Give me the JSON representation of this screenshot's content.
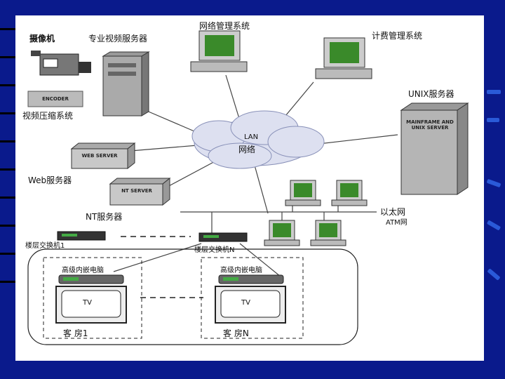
{
  "labels": {
    "camera": "摄像机",
    "video_server": "专业视频服务器",
    "network_mgmt": "网络管理系统",
    "billing": "计费管理系统",
    "unix_server": "UNIX服务器",
    "encoder": "ENCODER",
    "compression": "视频压缩系统",
    "lan_en": "LAN",
    "lan_cn": "网络",
    "web_server_box": "WEB SERVER",
    "web_server": "Web服务器",
    "nt_server_box": "NT SERVER",
    "nt_server": "NT服务器",
    "mainframe": "MAINFRAME AND UNIX SERVER",
    "ethernet": "以太网",
    "atm": "ATM网",
    "floor_switch_1": "楼层交换机1",
    "floor_switch_n": "楼层交换机N",
    "stb_1": "高级内嵌电脑",
    "stb_n": "高级内嵌电脑",
    "tv_1": "TV",
    "tv_n": "TV",
    "room_1": "客 房1",
    "room_n": "客 房N"
  },
  "colors": {
    "background": "#0a1a8c",
    "accent": "#2a5ad8",
    "monitor_screen": "#3a8a2a",
    "cloud": "#dde0f0"
  }
}
